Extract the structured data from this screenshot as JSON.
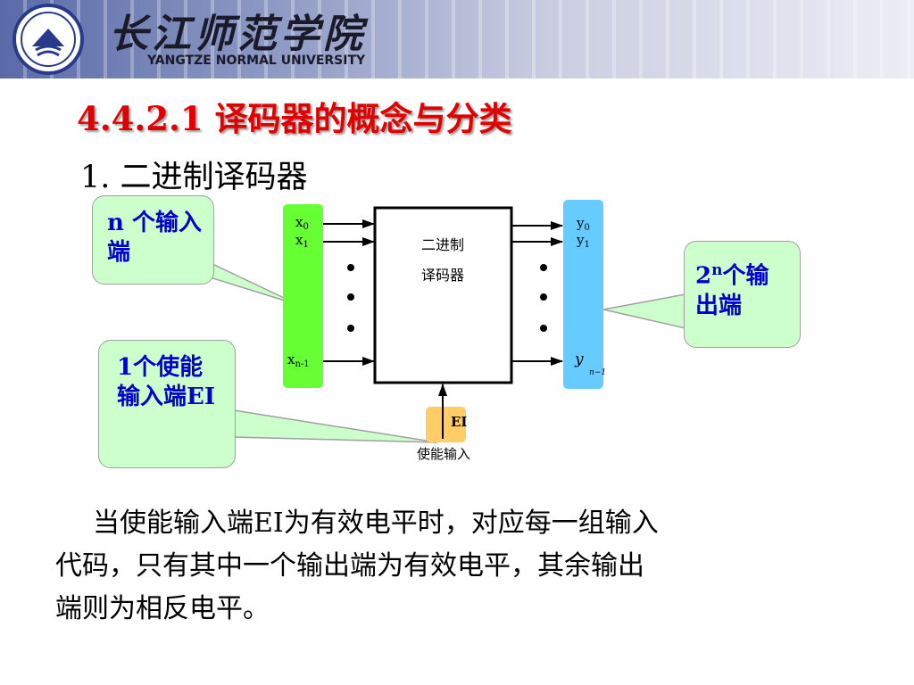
{
  "header": {
    "logo_text": "长江师范学院",
    "university_en": "YANGTZE NORMAL UNIVERSITY"
  },
  "slide": {
    "title": "4.4.2.1 译码器的概念与分类",
    "subtitle": "1.  二进制译码器"
  },
  "callouts": {
    "inputs": "n 个输入端",
    "outputs_base": "2",
    "outputs_exp": "n",
    "outputs_rest": "个输出端",
    "enable": "1个使能输入端EI"
  },
  "diagram": {
    "block_line1": "二进制",
    "block_line2": "译码器",
    "in_x0": "x0",
    "in_x1": "x1",
    "in_xn1": "xn-1",
    "out_y0": "y0",
    "out_y1": "y1",
    "out_yn1": "y",
    "out_yn1_sub": "n−1",
    "enable_pin": "EI",
    "enable_caption": "使能输入"
  },
  "description": {
    "line1": "当使能输入端EI为有效电平时，对应每一组输入",
    "line2": "代码，只有其中一个输出端为有效电平，其余输出",
    "line3": "端则为相反电平。"
  },
  "colors": {
    "title": "#e00000",
    "callout_bg": "#ccffcc",
    "callout_text": "#0000cc",
    "input_bar": "#66ff33",
    "output_bar": "#66ccff",
    "enable_box": "#ffcc66"
  }
}
